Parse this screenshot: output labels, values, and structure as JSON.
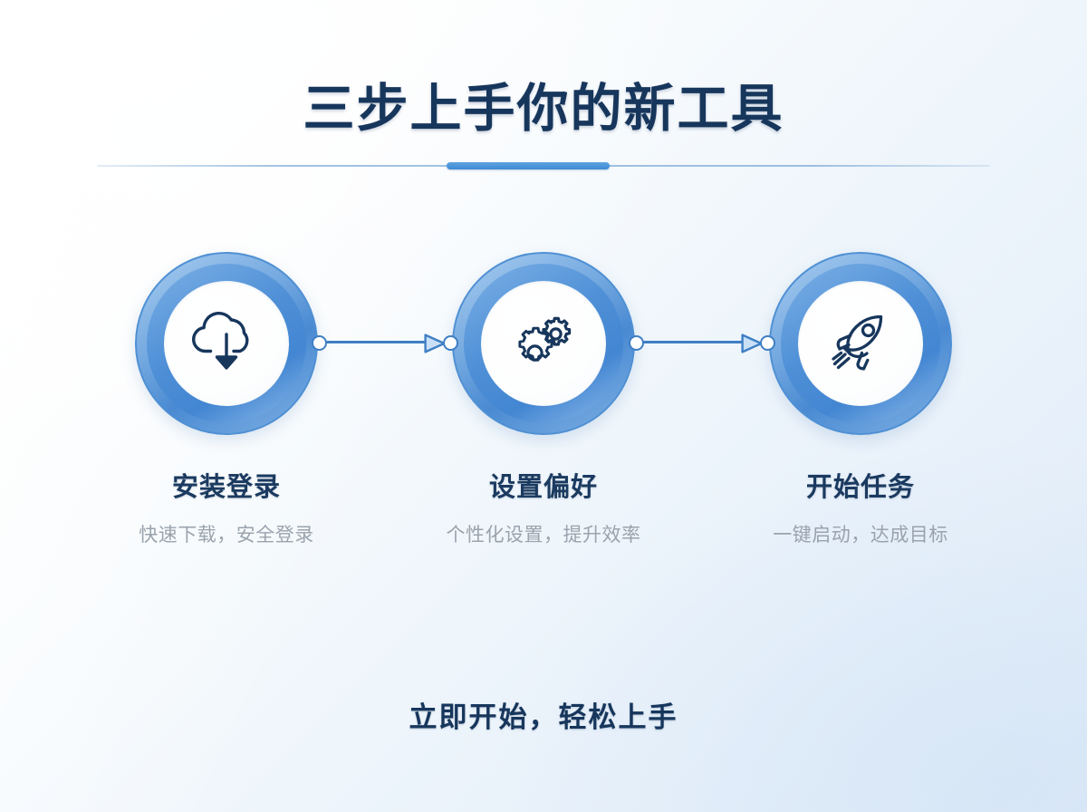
{
  "header": {
    "title": "三步上手你的新工具"
  },
  "divider": {
    "accent_color": "#4a8ad2",
    "line_color": "#93b9dd"
  },
  "steps": [
    {
      "icon": "cloud-download-icon",
      "title": "安装登录",
      "desc": "快速下载，安全登录"
    },
    {
      "icon": "gears-icon",
      "title": "设置偏好",
      "desc": "个性化设置，提升效率"
    },
    {
      "icon": "rocket-icon",
      "title": "开始任务",
      "desc": "一键启动，达成目标"
    }
  ],
  "connectors": [
    {
      "name": "connector-step1-step2",
      "direction": "right"
    },
    {
      "name": "connector-step2-step3",
      "direction": "right"
    }
  ],
  "footer": {
    "cta": "立即开始，轻松上手"
  },
  "theme": {
    "title_color": "#17365c",
    "step_title_color": "#1b3a60",
    "step_desc_color": "#9aa3ad",
    "ring_blue": "#4a8ad2",
    "ring_light_blue": "#8dbaea",
    "icon_color": "#17365c",
    "background_from": "#ffffff",
    "background_to": "#dfeaf7"
  }
}
